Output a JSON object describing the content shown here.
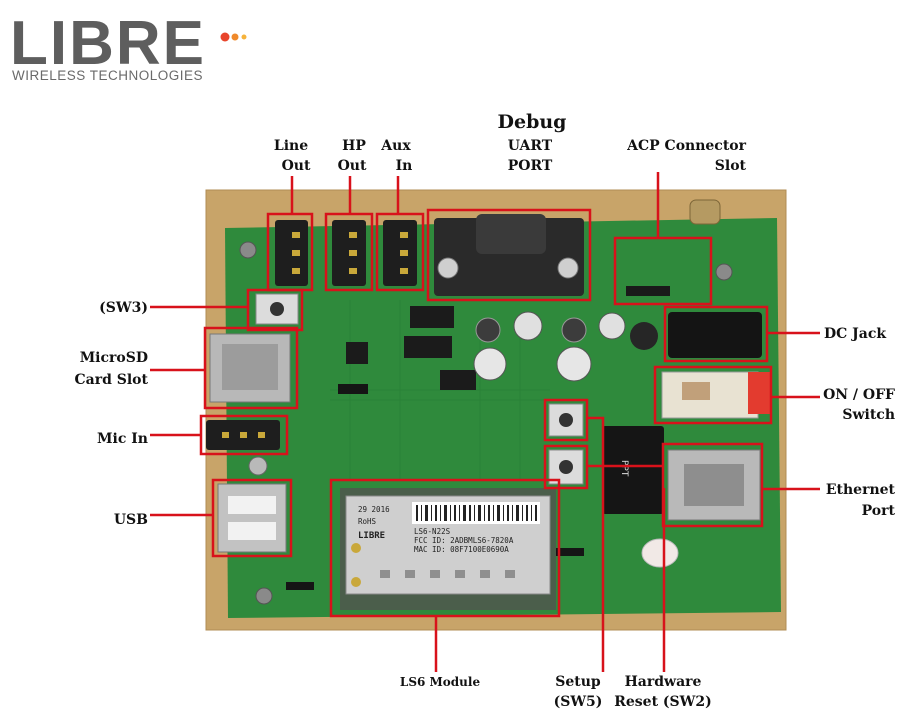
{
  "logo": {
    "brand": "LIBRE",
    "tagline": "WIRELESS TECHNOLOGIES",
    "dot_colors": [
      "#e8452c",
      "#f08a2b",
      "#f6b33c"
    ]
  },
  "colors": {
    "callout_red": "#d8121b",
    "pcb_green": "#2f8a3c",
    "wood": "#c9a56b"
  },
  "module_text": {
    "brand": "LIBRE",
    "model": "LS6-N22S",
    "fcc": "FCC ID: 2ADBMLS6-7820A",
    "mac": "MAC ID: 08F7100E0690A",
    "rohs": "RoHS",
    "date": "29 2016"
  },
  "labels": {
    "line_out": [
      "Line",
      "Out"
    ],
    "hp_out": [
      "HP",
      "Out"
    ],
    "aux_in": [
      "Aux",
      "In"
    ],
    "debug": "Debug",
    "uart_port": [
      "UART",
      "PORT"
    ],
    "acp_connector": [
      "ACP Connector",
      "Slot"
    ],
    "sw3": "(SW3)",
    "microsd": [
      "MicroSD",
      "Card Slot"
    ],
    "mic_in": "Mic In",
    "usb": "USB",
    "dc_jack": "DC Jack",
    "on_off": [
      "ON / OFF",
      "Switch"
    ],
    "ethernet": [
      "Ethernet",
      "Port"
    ],
    "ls6_module": "LS6 Module",
    "setup": [
      "Setup",
      "(SW5)"
    ],
    "hw_reset": [
      "Hardware",
      "Reset (SW2)"
    ]
  }
}
